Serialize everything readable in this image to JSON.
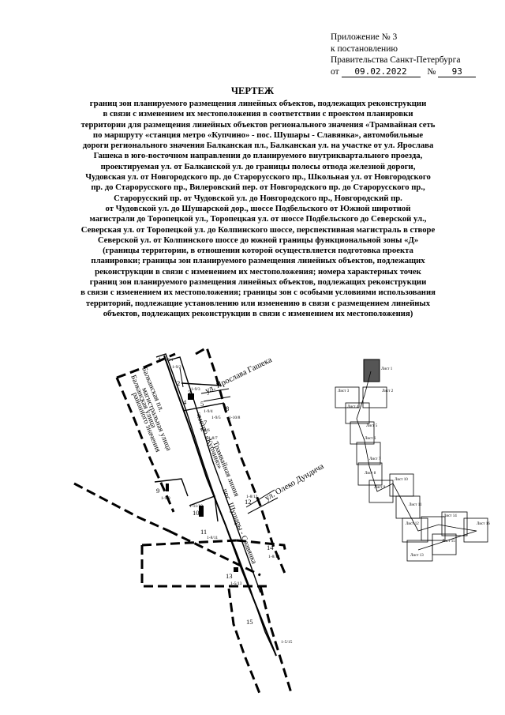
{
  "appendix": {
    "line1": "Приложение № 3",
    "line2": "к постановлению",
    "line3": "Правительства Санкт-Петербурга",
    "date_prefix": "от",
    "date": "09.02.2022",
    "number_prefix": "№",
    "number": "93"
  },
  "title": "ЧЕРТЕЖ",
  "description_lines": [
    "границ зон планируемого размещения линейных объектов, подлежащих реконструкции",
    "в связи с изменением их местоположения в соответствии с проектом планировки",
    "территории для размещения линейных объектов регионального значения «Трамвайная сеть",
    "по маршруту «станция метро «Купчино» - пос. Шушары - Славянка», автомобильные",
    "дороги регионального значения Балканская пл., Балканская ул. на участке от ул. Ярослава",
    "Гашека в юго-восточном направлении до планируемого внутриквартального проезда,",
    "проектируемая ул. от Балканской ул. до границы полосы отвода железной дороги,",
    "Чудовская ул. от Новгородского пр. до Старорусского пр., Школьная ул. от Новгородского",
    "пр. до Старорусского пр., Вилеровский пер. от Новгородского пр. до Старорусского пр.,",
    "Старорусский пр. от Чудовской ул. до Новгородского пр., Новгородский пр.",
    "от Чудовской ул. до Шушарской дор., шоссе Подбельского от Южной широтной",
    "магистрали до Торопецкой ул., Торопецкая ул. от шоссе Подбельского до Северской ул.,",
    "Северская ул. от Торопецкой ул. до Колпинского шоссе, перспективная магистраль в створе",
    "Северской ул. от Колпинского шоссе до южной границы функциональной зоны «Д»",
    "(границы территории, в отношении которой осуществляется подготовка проекта",
    "планировки; границы зон планируемого размещения линейных объектов, подлежащих",
    "реконструкции в связи с изменением их местоположения; номера характерных точек",
    "границ зон планируемого размещения линейных объектов, подлежащих реконструкции",
    "в связи с изменением их местоположения; границы зон с особыми условиями использования",
    "территорий, подлежащие установлению или изменению в связи с размещением линейных",
    "объектов, подлежащих реконструкции в связи с изменением их местоположения)"
  ],
  "map": {
    "streets": {
      "gasheka": "ул. Ярослава Гашека",
      "dundicha": "ул. Олеко Дундича",
      "balkanskaya_pl": "Балканская пл.",
      "balkanskaya_ul": "Балканская улица",
      "magistral": "магистральная улица",
      "rayon_value": "районного значения",
      "metro": "метро «Купчино»",
      "tram": "Трамвайная линия",
      "tram2": "пос. Шушары - Славянка"
    },
    "points": {
      "p1": "1",
      "p2": "2",
      "p3": "3",
      "p4": "4",
      "p5": "5",
      "p6": "6",
      "p7": "7",
      "p8": "8",
      "p9": "9",
      "p10": "10",
      "p11": "11",
      "p12": "12",
      "p13": "13",
      "p14": "14",
      "p15": "15"
    },
    "zone_labels": {
      "z1": "1-5/1",
      "z2": "1-9/2",
      "z3": "1-9/3",
      "z4": "1-9/4",
      "z5": "1-9/5",
      "z6": "1-9/6",
      "z7": "1-8/7",
      "z8": "1-10/8",
      "z9": "1-9/9",
      "z10": "1-11/10",
      "z11": "1-8/11",
      "z12": "1-8/12",
      "z13": "1-5/13",
      "z14": "1-8/14",
      "z15": "1-5/15"
    }
  },
  "sheets": {
    "s1": "Лист 1",
    "s2": "Лист 2",
    "s3": "Лист 3",
    "s4": "Лист 4",
    "s5": "Лист 5",
    "s6": "Лист 6",
    "s7": "Лист 7",
    "s8": "Лист 8",
    "s9": "Лист 9",
    "s10": "Лист 10",
    "s11": "Лист 11",
    "s12": "Лист 12",
    "s13": "Лист 13",
    "s14": "Лист 14",
    "s15": "Лист 15",
    "s16": "Лист 16"
  }
}
